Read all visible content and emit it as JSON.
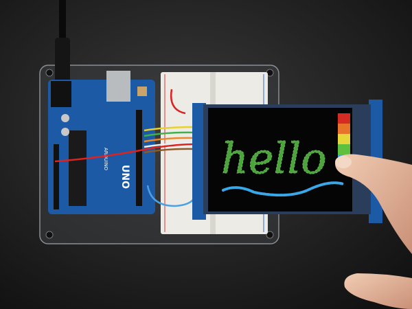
{
  "screen": {
    "text": "hello"
  },
  "board": {
    "label": "UNO",
    "brand": "ARDUINO"
  },
  "colors": {
    "background": "#1c1c1c",
    "board": "#1d5aa6",
    "breadboard": "#ecebe6",
    "screen": "#050505",
    "hello_text": "#5cc04a",
    "underline": "#3aa7e8",
    "skin": "#e9bfa3"
  },
  "color_bars": [
    "#d62b22",
    "#e8742a",
    "#e7d73a",
    "#5fbf3f",
    "#3ea7d9"
  ]
}
